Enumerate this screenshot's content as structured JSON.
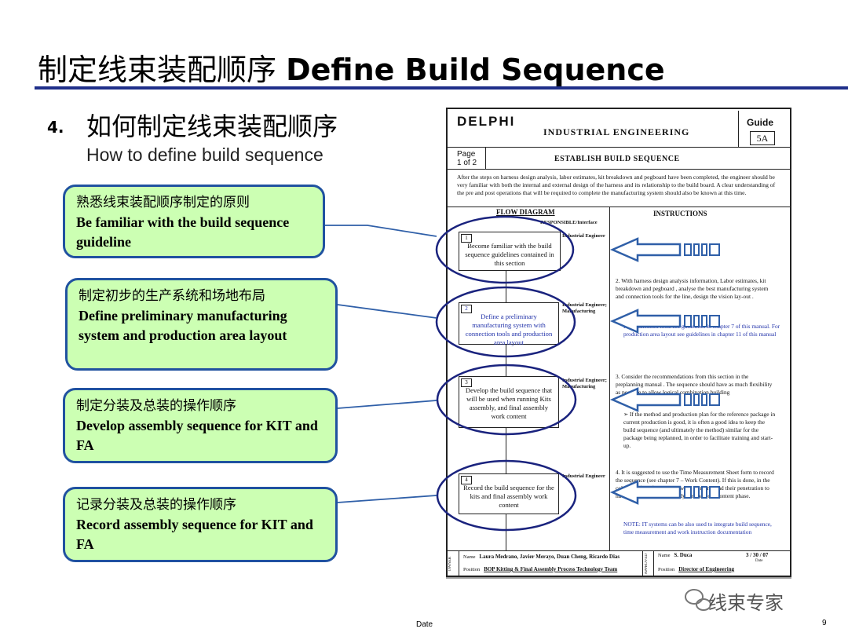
{
  "title": {
    "zh": "制定线束装配顺序",
    "en": "Define Build Sequence"
  },
  "subtitle": {
    "number": "4.",
    "zh": "如何制定线束装配顺序",
    "en": "How to define build sequence"
  },
  "callouts": [
    {
      "zh": "熟悉线束装配顺序制定的原则",
      "en": "Be familiar with the build sequence guideline"
    },
    {
      "zh": "制定初步的生产系统和场地布局",
      "en": "Define preliminary manufacturing system and production area layout"
    },
    {
      "zh": "制定分装及总装的操作顺序",
      "en": "Develop assembly sequence for KIT and FA"
    },
    {
      "zh": "记录分装及总装的操作顺序",
      "en": "Record assembly sequence for KIT and FA"
    }
  ],
  "document": {
    "logo": "DELPHI",
    "department": "INDUSTRIAL ENGINEERING",
    "guide_label": "Guide",
    "guide_number": "5A",
    "page_label": "Page",
    "page_of": "1 of 2",
    "doc_title": "ESTABLISH BUILD SEQUENCE",
    "intro": "After the steps on harness design analysis, labor estimates, kit breakdown and pegboard have been completed, the engineer should be very familiar with both the internal and external design of the harness and its relationship to the build board. A clear understanding of the pre and post operations that will be required to complete the manufacturing system should also be known at this time.",
    "flow_header": "FLOW DIAGRAM",
    "responsible_header": "RESPONSIBLE/Interface",
    "instructions_header": "INSTRUCTIONS",
    "steps": [
      {
        "num": "1",
        "text": "Become familiar with the build sequence guidelines contained in this section",
        "role": "Industrial Engineer"
      },
      {
        "num": "2",
        "text": "Define a preliminary manufacturing system with connection tools and production area layout",
        "role": "Industrial Engineer; Manufacturing"
      },
      {
        "num": "3",
        "text": "Develop the build sequence that will be used when running Kits assembly, and final assembly work content",
        "role": "Industrial Engineer; Manufacturing"
      },
      {
        "num": "4",
        "text": "Record the build sequence for the kits and final assembly work content",
        "role": "Industrial Engineer"
      }
    ],
    "instructions": [
      "2.  With harness design analysis information, Labor estimates, kit breakdown and pegboard , analyse the best manufacturing system and connection tools for the line, design the vision lay-out .",
      "For connection tools see guidelines in chapter 7 of this manual. For production area layout see guidelines in chapter 11 of this manual",
      "3.  Consider the recommendations from this section in the preplanning manual . The sequence should have as much flexibility as possible to allow logical combination building",
      "➢  If the method and production plan for the reference package in current production is good, it is often a good idea to keep the build sequence (and ultimately the method) similar for the package being replanned, in order to facilitate training and start-up.",
      "4.  It is suggested to use the Time Measurement Sheet form to record the sequence (see chapter 7 – Work Content). If this is done, in the columns of the form which work elements and their penetration to have the documentation ready for the work content phase.",
      "NOTE: IT systems can be also used to integrate build sequence, time measurement and work instruction documentation"
    ],
    "footer": {
      "owner_label": "OWNER",
      "name_label": "Name",
      "names": "Laura Medrano, Javier Merayo, Duan Cheng, Ricardo Dias",
      "position_label": "Position",
      "position": "BOP Kitting & Final Assembly Process Technology Team",
      "approved_label": "APPROVED",
      "approver": "S. Duca",
      "date": "3 / 30 / 07",
      "date_label": "Date",
      "approver_position": "Director of Engineering"
    }
  },
  "brand": "线束专家",
  "footer": {
    "date_label": "Date",
    "page": "9"
  },
  "colors": {
    "callout_fill": "#ccffb3",
    "callout_border": "#2052a0",
    "ellipse": "#1a237e",
    "arrow": "#2f5fa8",
    "rule": "#1f2f8a"
  }
}
